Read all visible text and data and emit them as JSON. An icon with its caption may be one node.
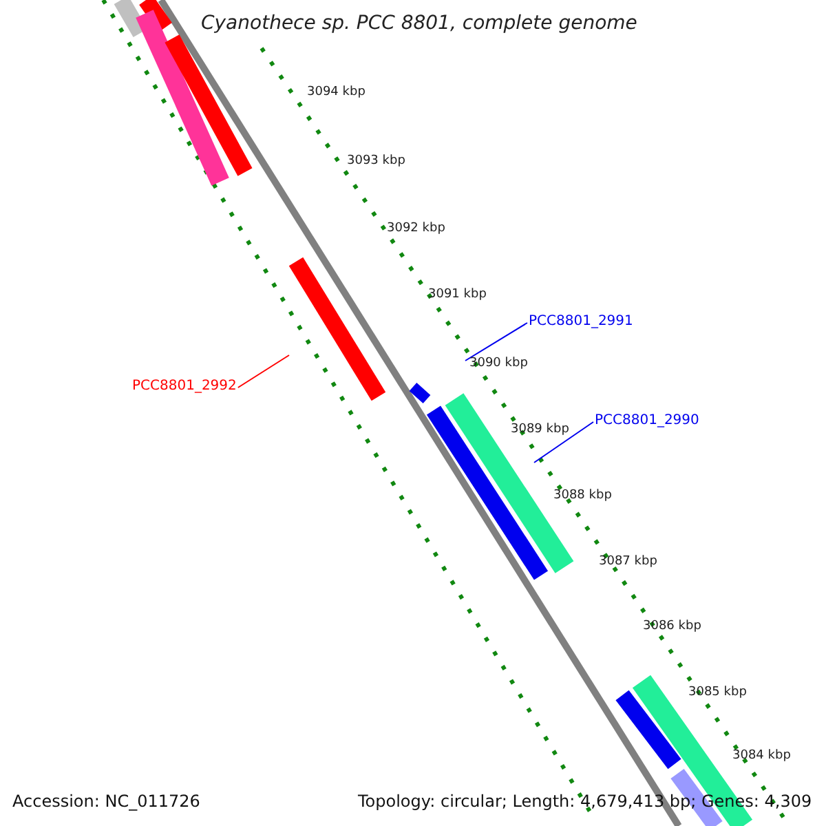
{
  "diagram": {
    "title": "Cyanothece sp. PCC 8801, complete genome",
    "nodes": [
      {
        "text": [
          "PCC8801_2992"
        ]
      },
      {
        "text": [],
        "shape": "bar"
      },
      {
        "text": [
          "PCC8801_2991"
        ]
      },
      {
        "text": [],
        "shape": "bar"
      },
      {
        "text": [
          "PCC8801_2990"
        ]
      },
      {
        "text": [],
        "shape": "bar"
      }
    ],
    "edges": [
      {
        "from": 0,
        "to": 1,
        "arrow": "none",
        "color": "#ff0000"
      },
      {
        "from": 2,
        "to": 3,
        "arrow": "none"
      },
      {
        "from": 4,
        "to": 5,
        "arrow": "none"
      }
    ],
    "labels": [
      "3094 kbp",
      "3093 kbp",
      "3092 kbp",
      "3091 kbp",
      "3090 kbp",
      "3089 kbp",
      "3088 kbp",
      "3087 kbp",
      "3086 kbp",
      "3085 kbp",
      "3084 kbp",
      "Accession: NC_011726",
      "Topology: circular; Length: 4,679,413 bp; Genes: 4,309"
    ]
  }
}
